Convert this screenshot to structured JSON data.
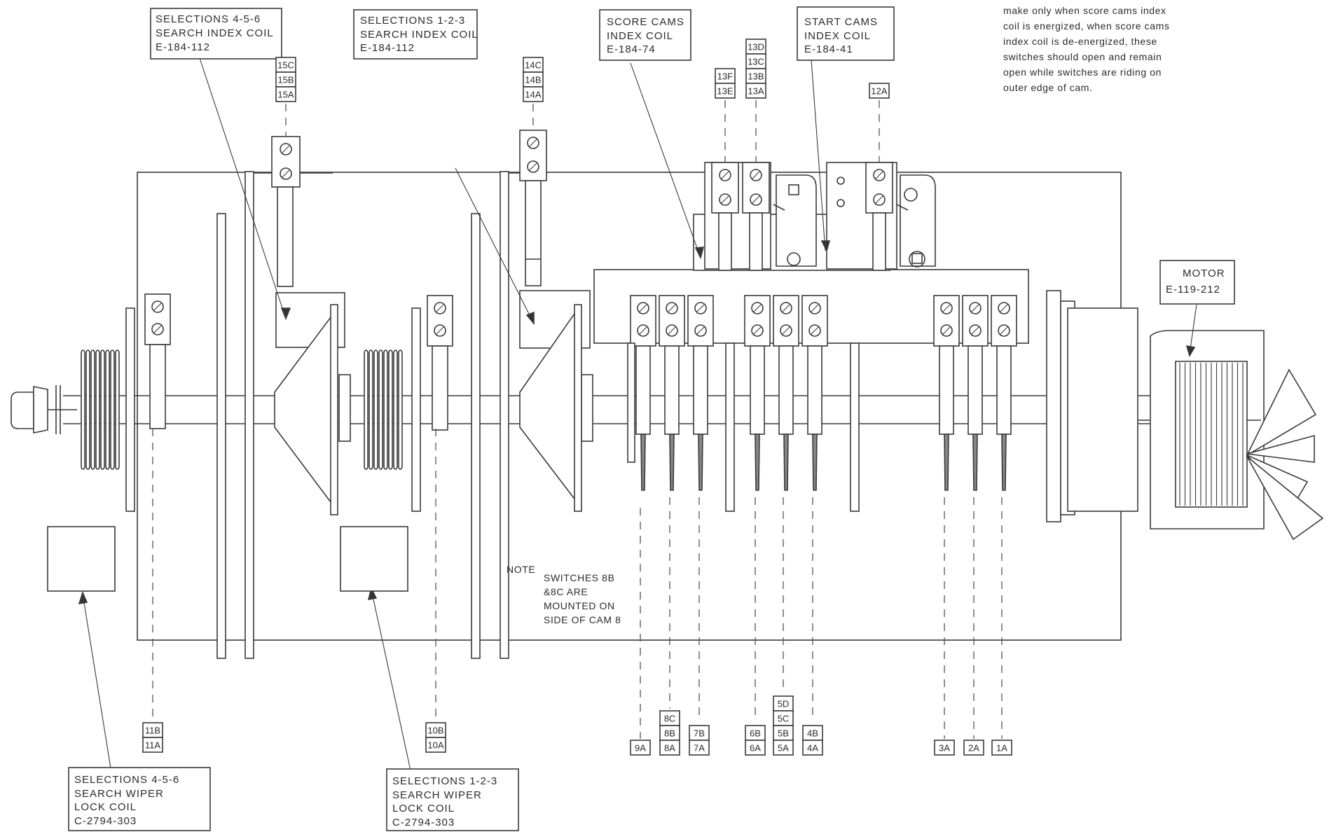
{
  "callouts": {
    "sel456_index": [
      "SELECTIONS 4-5-6",
      "SEARCH INDEX COIL",
      "E-184-112"
    ],
    "sel123_index": [
      "SELECTIONS 1-2-3",
      "SEARCH INDEX COIL",
      "E-184-112"
    ],
    "score_cams": [
      "SCORE CAMS",
      "INDEX COIL",
      "E-184-74"
    ],
    "start_cams": [
      "START CAMS",
      "INDEX COIL",
      "E-184-41"
    ],
    "motor": [
      "MOTOR",
      "E-119-212"
    ],
    "sel456_wiper": [
      "SELECTIONS 4-5-6",
      "SEARCH WIPER",
      "LOCK COIL",
      "C-2794-303"
    ],
    "sel123_wiper": [
      "SELECTIONS 1-2-3",
      "SEARCH WIPER",
      "LOCK COIL",
      "C-2794-303"
    ]
  },
  "top_note": [
    "make only when score cams index",
    "coil is energized, when score cams",
    "index coil is de-energized, these",
    "switches should open and remain",
    "open while switches are riding on",
    "outer edge of cam."
  ],
  "switch_note": {
    "label": "NOTE",
    "lines": [
      "SWITCHES 8B",
      "&8C ARE",
      "MOUNTED ON",
      "SIDE OF CAM 8"
    ]
  },
  "tags": {
    "t15": [
      "15C",
      "15B",
      "15A"
    ],
    "t14": [
      "14C",
      "14B",
      "14A"
    ],
    "t13f": [
      "13F",
      "13E"
    ],
    "t13d": [
      "13D",
      "13C",
      "13B",
      "13A"
    ],
    "t12": [
      "12A"
    ],
    "t11": [
      "11B",
      "11A"
    ],
    "t10": [
      "10B",
      "10A"
    ],
    "t9": [
      "9A"
    ],
    "t8": [
      "8C",
      "8B",
      "8A"
    ],
    "t7": [
      "7B",
      "7A"
    ],
    "t6": [
      "6B",
      "6A"
    ],
    "t5": [
      "5D",
      "5C",
      "5B",
      "5A"
    ],
    "t4": [
      "4B",
      "4A"
    ],
    "t3": [
      "3A"
    ],
    "t2": [
      "2A"
    ],
    "t1": [
      "1A"
    ]
  }
}
